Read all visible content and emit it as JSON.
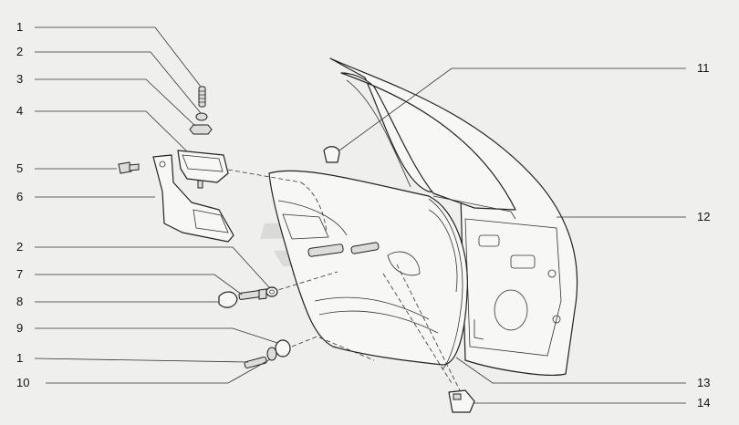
{
  "callouts": [
    {
      "id": "c1",
      "text": "1"
    },
    {
      "id": "c2",
      "text": "2"
    },
    {
      "id": "c3",
      "text": "3"
    },
    {
      "id": "c4",
      "text": "4"
    },
    {
      "id": "c5",
      "text": "5"
    },
    {
      "id": "c6",
      "text": "6"
    },
    {
      "id": "c7",
      "text": "2"
    },
    {
      "id": "c8",
      "text": "7"
    },
    {
      "id": "c9",
      "text": "8"
    },
    {
      "id": "c10",
      "text": "9"
    },
    {
      "id": "c11",
      "text": "1"
    },
    {
      "id": "c12",
      "text": "10"
    },
    {
      "id": "c13",
      "text": "11"
    },
    {
      "id": "c14",
      "text": "12"
    },
    {
      "id": "c15",
      "text": "13"
    },
    {
      "id": "c16",
      "text": "14"
    }
  ]
}
